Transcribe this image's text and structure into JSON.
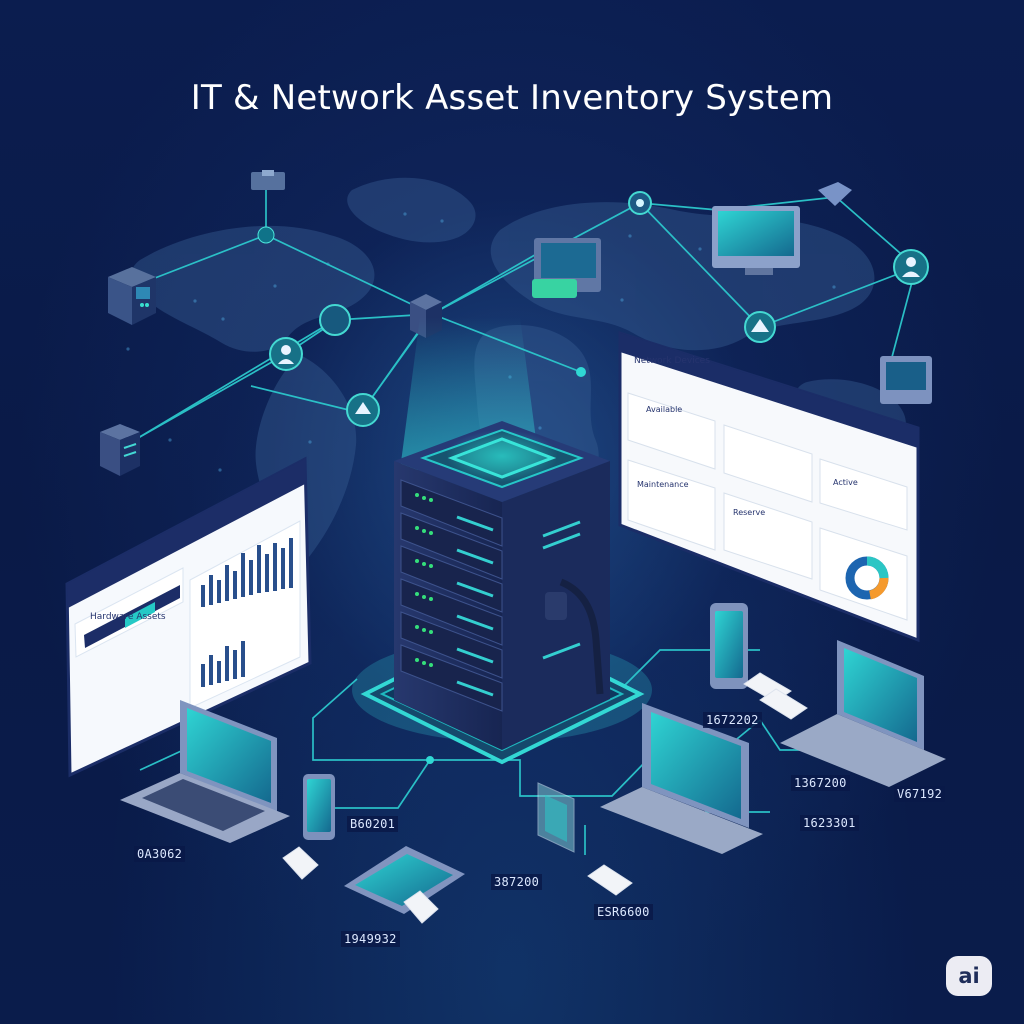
{
  "title": "IT & Network Asset Inventory System",
  "left_panel": {
    "title": "Hardware Assets"
  },
  "right_panel": {
    "title": "Network Devices",
    "sections": [
      "Available",
      "Maintenance",
      "Reserve",
      "Active"
    ]
  },
  "asset_labels": [
    "0A3062",
    "B60201",
    "1949932",
    "387200",
    "ESR6600",
    "1672202",
    "1367200",
    "1623301",
    "V67192"
  ],
  "colors": {
    "background": "#0b1c4a",
    "accent": "#25c9c6",
    "server": "#22376d"
  },
  "badge": "ai"
}
